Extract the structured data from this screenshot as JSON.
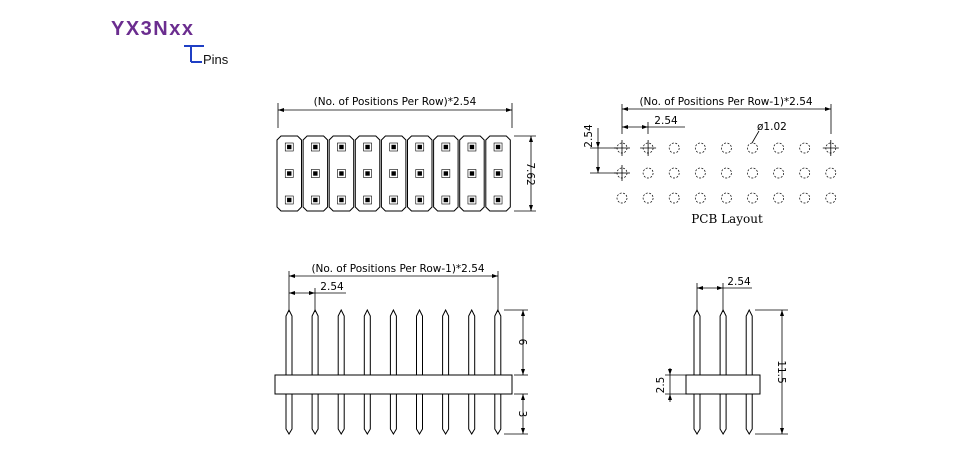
{
  "part_code": "YX3Nxx",
  "pins_label": "Pins",
  "colors": {
    "part_code": "#6b2d8f",
    "pins_marker": "#1f3fc4",
    "line": "#000000"
  },
  "top_view": {
    "length_label": "(No. of Positions Per Row)*2.54",
    "width_label": "7.62",
    "positions_per_row": 9,
    "rows": 3
  },
  "pcb_layout": {
    "title": "PCB Layout",
    "span_label": "(No. of Positions Per Row-1)*2.54",
    "pitch_label": "2.54",
    "row_pitch_label": "2.54",
    "hole_label": "ø1.02",
    "columns": 9,
    "rows": 3
  },
  "side_view": {
    "span_label": "(No. of Positions Per Row-1)*2.54",
    "pitch_label": "2.54",
    "top_height_label": "6",
    "bottom_height_label": "3",
    "pins": 9
  },
  "end_view": {
    "pitch_label": "2.54",
    "height_label": "11.5",
    "body_height_label": "2.5",
    "pins": 3
  }
}
